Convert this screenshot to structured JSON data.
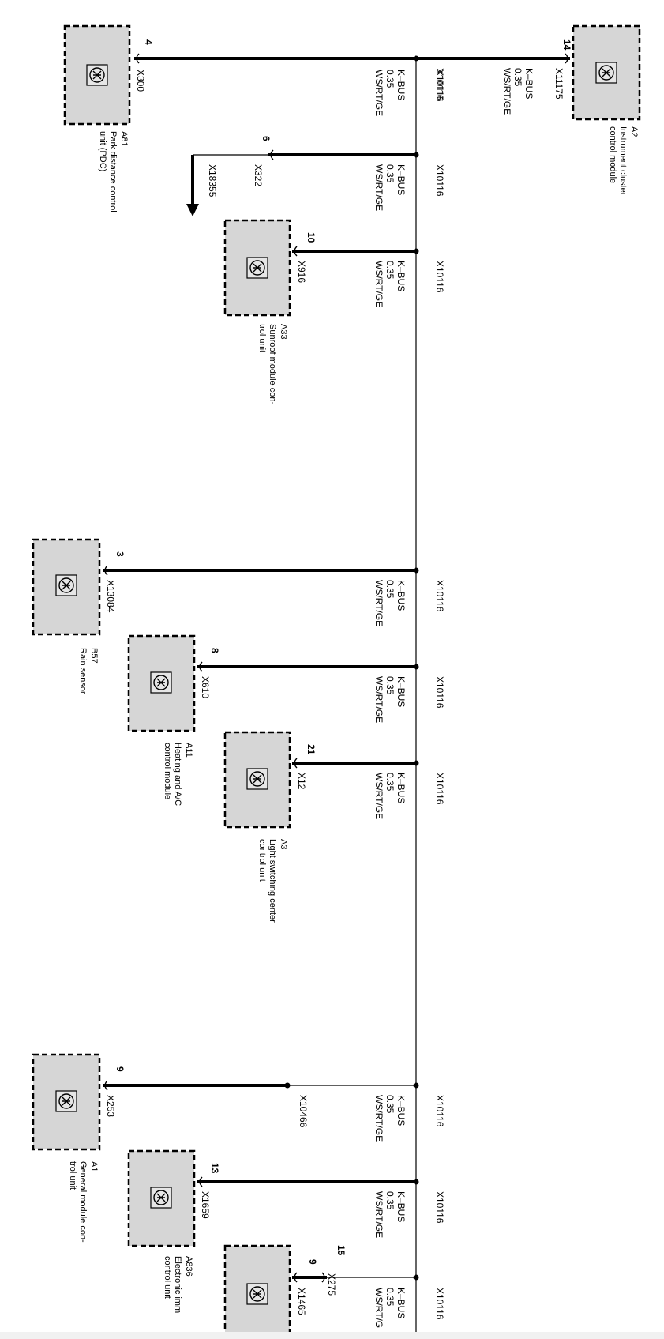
{
  "diagram": {
    "bus": {
      "splice_label": "X10116"
    },
    "modules": [
      {
        "id": "A2",
        "name_lines": [
          "Instrument cluster",
          "control module"
        ],
        "pin": "14",
        "connector": "X11175",
        "wire_lines": [
          "K–BUS",
          "0.35",
          "WS/RT/GE"
        ],
        "splice": "X10116"
      },
      {
        "id": "A81",
        "name_lines": [
          "Park distance control",
          "unit (PDC)"
        ],
        "pin": "4",
        "connector": "X300",
        "wire_lines": [
          "K–BUS",
          "0.35",
          "WS/RT/GE"
        ],
        "splice": "X10116"
      },
      {
        "id": "A33",
        "name_lines": [
          "Sunroof module con-",
          "trol unit"
        ],
        "pin": "10",
        "connector": "X916",
        "wire_lines": [
          "K–BUS",
          "0.35",
          "WS/RT/GE"
        ],
        "splice": "X10116"
      },
      {
        "id": "B57",
        "name_lines": [
          "Rain sensor"
        ],
        "pin": "3",
        "connector": "X13084",
        "wire_lines": [
          "K–BUS",
          "0.35",
          "WS/RT/GE"
        ],
        "splice": "X10116"
      },
      {
        "id": "A11",
        "name_lines": [
          "Heating and A/C",
          "control module"
        ],
        "pin": "8",
        "connector": "X610",
        "wire_lines": [
          "K–BUS",
          "0.35",
          "WS/RT/GE"
        ],
        "splice": "X10116"
      },
      {
        "id": "A3",
        "name_lines": [
          "Light switching center",
          "control unit"
        ],
        "pin": "21",
        "connector": "X12",
        "wire_lines": [
          "K–BUS",
          "0.35",
          "WS/RT/GE"
        ],
        "splice": "X10116"
      },
      {
        "id": "A1",
        "name_lines": [
          "General module con-",
          "trol unit"
        ],
        "pin": "9",
        "connector": "X253",
        "wire_lines": [
          "K–BUS",
          "0.35",
          "WS/RT/GE"
        ],
        "splice": "X10116",
        "inline_connector": "X10466"
      },
      {
        "id": "A836",
        "name_lines": [
          "Electronic imm",
          "control unit"
        ],
        "pin": "13",
        "connector": "X1659",
        "wire_lines": [
          "K–BUS",
          "0.35",
          "WS/RT/GE"
        ],
        "splice": "X10116"
      },
      {
        "id": "",
        "name_lines": [],
        "pin": "9",
        "connector": "X1465",
        "wire_lines": [
          "K–BUS",
          "0.35",
          "WS/RT/G"
        ],
        "splice": "X10116",
        "pin2": "15",
        "connector2": "X275"
      }
    ],
    "branch": {
      "pin": "6",
      "connector": "X322",
      "continues_to": "X18355"
    }
  }
}
